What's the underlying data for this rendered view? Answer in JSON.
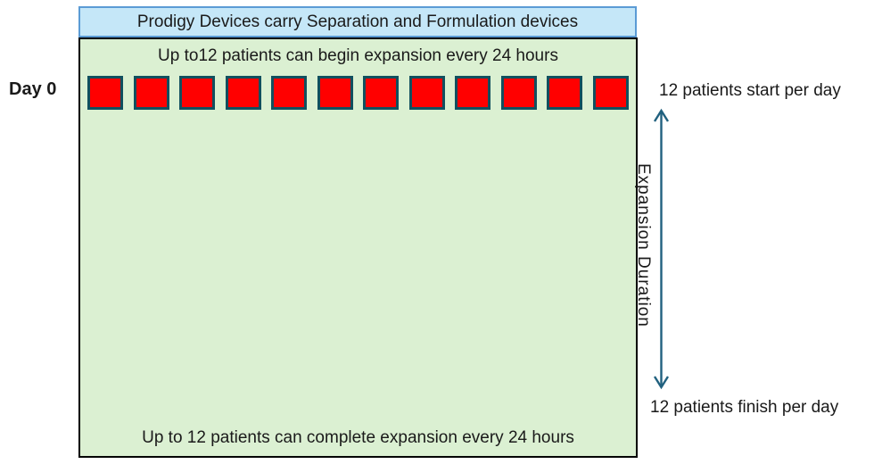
{
  "colors": {
    "header_fill": "#C5E7F8",
    "header_border": "#5B9BD5",
    "box_fill": "#DBF0D2",
    "box_border": "#000000",
    "square_fill": "#FF0000",
    "square_border": "#11505F",
    "arrow_color": "#21617F",
    "text_color": "#1A1A1A"
  },
  "header": {
    "title": "Prodigy Devices carry Separation and Formulation devices"
  },
  "main_box": {
    "top_caption": "Up to12 patients can begin expansion every 24 hours",
    "bottom_caption": "Up to 12 patients can complete expansion every 24 hours",
    "squares_count": 12
  },
  "left_label": "Day 0",
  "right_panel": {
    "top_label": "12 patients start per day",
    "arrow_label": "Expansion Duration",
    "bottom_label": "12 patients finish per day"
  }
}
